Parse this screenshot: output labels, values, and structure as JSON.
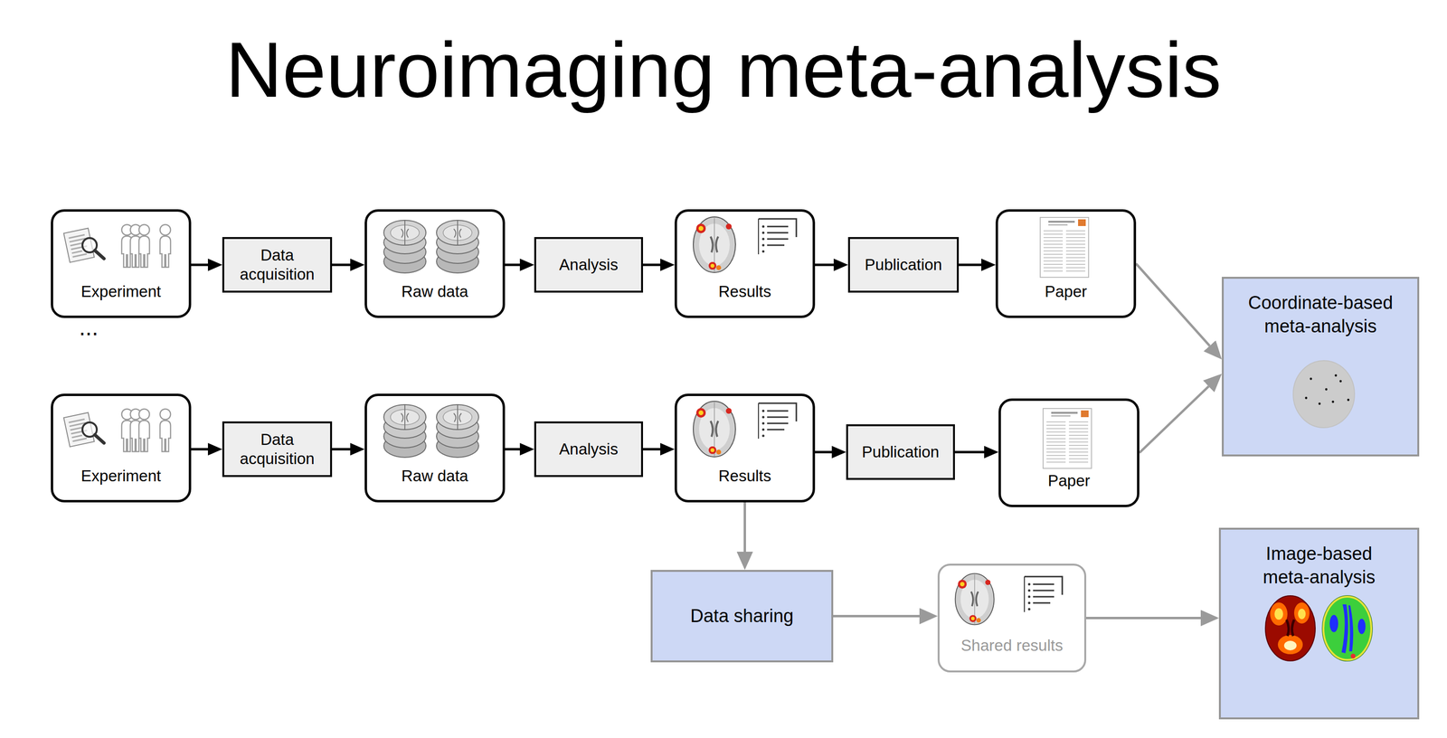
{
  "diagram": {
    "title": "Neuroimaging meta-analysis",
    "nodes": [
      {
        "text": [
          "Experiment"
        ]
      },
      {
        "text": [
          "Data acquisition"
        ]
      },
      {
        "text": [
          "Raw data"
        ]
      },
      {
        "text": [
          "Analysis"
        ]
      },
      {
        "text": [
          "Results"
        ]
      },
      {
        "text": [
          "Publication"
        ]
      },
      {
        "text": [
          "Paper"
        ]
      },
      {
        "text": [
          "Coordinate-based meta-analysis"
        ]
      },
      {
        "text": [
          "Experiment"
        ]
      },
      {
        "text": [
          "Data acquisition"
        ]
      },
      {
        "text": [
          "Raw data"
        ]
      },
      {
        "text": [
          "Analysis"
        ]
      },
      {
        "text": [
          "Results"
        ]
      },
      {
        "text": [
          "Publication"
        ]
      },
      {
        "text": [
          "Paper"
        ]
      },
      {
        "text": [
          "Data sharing"
        ]
      },
      {
        "text": [
          "Shared results"
        ]
      },
      {
        "text": [
          "Image-based meta-analysis"
        ]
      }
    ],
    "edges": [
      {
        "from": 0,
        "to": 1,
        "arrow": "to"
      },
      {
        "from": 1,
        "to": 2,
        "arrow": "to"
      },
      {
        "from": 2,
        "to": 3,
        "arrow": "to"
      },
      {
        "from": 3,
        "to": 4,
        "arrow": "to"
      },
      {
        "from": 4,
        "to": 5,
        "arrow": "to"
      },
      {
        "from": 5,
        "to": 6,
        "arrow": "to"
      },
      {
        "from": 6,
        "to": 7,
        "arrow": "to"
      },
      {
        "from": 8,
        "to": 9,
        "arrow": "to"
      },
      {
        "from": 9,
        "to": 10,
        "arrow": "to"
      },
      {
        "from": 10,
        "to": 11,
        "arrow": "to"
      },
      {
        "from": 11,
        "to": 12,
        "arrow": "to"
      },
      {
        "from": 12,
        "to": 13,
        "arrow": "to"
      },
      {
        "from": 13,
        "to": 14,
        "arrow": "to"
      },
      {
        "from": 14,
        "to": 7,
        "arrow": "to"
      },
      {
        "from": 12,
        "to": 15,
        "arrow": "to"
      },
      {
        "from": 15,
        "to": 16,
        "arrow": "to"
      },
      {
        "from": 16,
        "to": 17,
        "arrow": "to"
      }
    ],
    "labels": [
      "..."
    ]
  }
}
